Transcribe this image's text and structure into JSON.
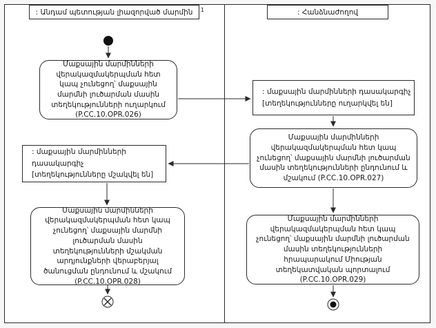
{
  "diagram": {
    "lanes": {
      "left": {
        "title": ": Անդամ պետության լիազորված մարմին",
        "footnote": "1"
      },
      "right": {
        "title": ": Հանձնաժողով"
      }
    },
    "nodes": {
      "send_info": {
        "text": "Մաքսային մարմինների վերակազմակերպման հետ կապ չունեցող՝ մաքսային մարմնի լուծարման մասին տեղեկությունների ուղարկում (P.CC.10.OPR.026)"
      },
      "classifier_sent": {
        "title": ": մաքսային մարմինների դասակարգիչ",
        "state": "[տեղեկությունները ուղարկվել են]"
      },
      "receive_process": {
        "text": "Մաքսային մարմինների վերակազմակերպման հետ կապ չունեցող՝ մաքսային մարմնի լուծարման մասին տեղեկությունների ընդունում և մշակում (P.CC.10.OPR.027)"
      },
      "classifier_processed": {
        "title": ": մաքսային մարմինների դասակարգիչ",
        "state": "[տեղեկությունները մշակվել են]"
      },
      "receive_notification": {
        "text": "Մաքսային մարմինների վերակազմակերպման հետ կապ չունեցող՝ մաքսային մարմնի լուծարման մասին տեղեկությունների մշակման արդյունքների վերաբերյալ ծանուցման ընդունում և մշակում (P.CC.10.OPR.028)"
      },
      "publish": {
        "text": "Մաքսային մարմինների վերակազմակերպման հետ կապ չունեցող՝ մաքսային մարմնի լուծարման մասին տեղեկությունների հրապարակում Միության տեղեկատվական պորտալում (P.CC.10.OPR.029)"
      }
    },
    "colors": {
      "line": "#2a2a2a",
      "node_fill": "#ffffff",
      "start_fill": "#111111"
    }
  }
}
